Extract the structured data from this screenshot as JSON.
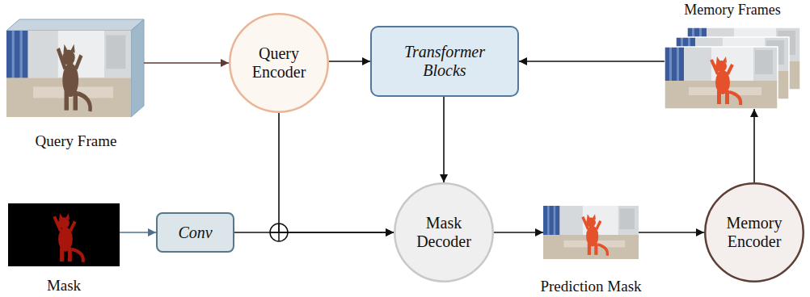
{
  "diagram": {
    "nodes": [
      {
        "text": [
          "Query Frame"
        ]
      },
      {
        "text": [
          "Query Encoder"
        ]
      },
      {
        "text": [
          "Transformer Blocks"
        ]
      },
      {
        "text": [
          "Memory Frames"
        ]
      },
      {
        "text": [
          "Mask"
        ]
      },
      {
        "text": [
          "Conv"
        ]
      },
      {
        "text": [
          "Mask Decoder"
        ]
      },
      {
        "text": [
          "Prediction Mask"
        ]
      },
      {
        "text": [
          "Memory Encoder"
        ]
      }
    ],
    "edges": [
      {
        "from": 0,
        "to": 1,
        "arrow": "to"
      },
      {
        "from": 1,
        "to": 2,
        "arrow": "to"
      },
      {
        "from": 3,
        "to": 2,
        "arrow": "to"
      },
      {
        "from": 2,
        "to": 6,
        "arrow": "to"
      },
      {
        "from": 1,
        "to": 6,
        "arrow": "to"
      },
      {
        "from": 4,
        "to": 5,
        "arrow": "to"
      },
      {
        "from": 5,
        "to": 6,
        "arrow": "to"
      },
      {
        "from": 6,
        "to": 7,
        "arrow": "to"
      },
      {
        "from": 7,
        "to": 8,
        "arrow": "to"
      },
      {
        "from": 8,
        "to": 3,
        "arrow": "to"
      }
    ]
  }
}
